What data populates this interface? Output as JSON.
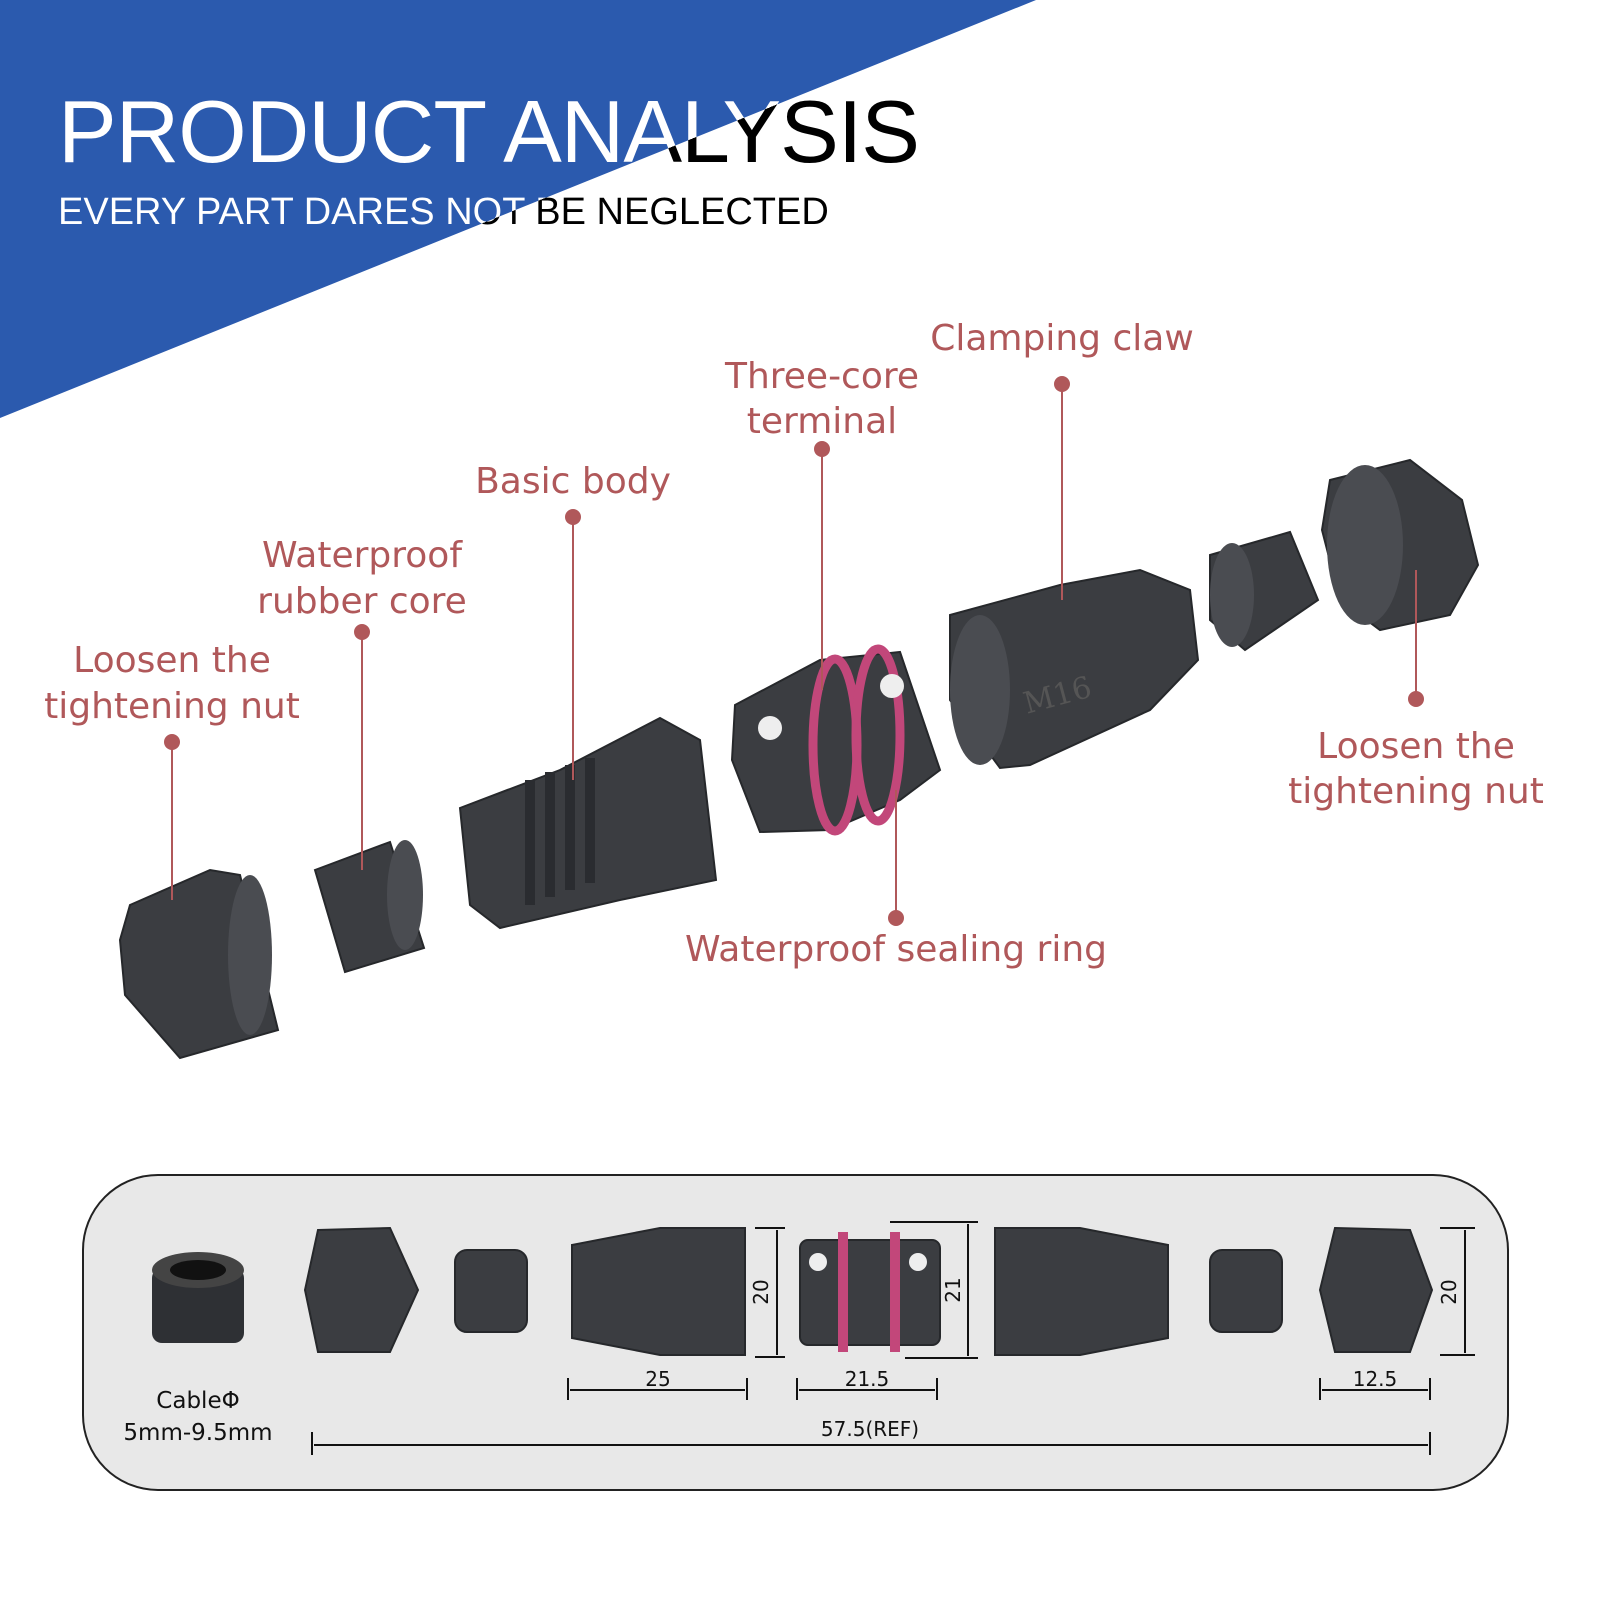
{
  "header": {
    "title": "PRODUCT ANALYSIS",
    "subtitle": "EVERY PART DARES NOT BE NEGLECTED",
    "accent_color": "#2b5aae"
  },
  "labels": {
    "color": "#b0585a",
    "nut_left": [
      "Loosen the",
      "tightening nut"
    ],
    "rubber_core": [
      "Waterproof",
      "rubber core"
    ],
    "basic_body": "Basic body",
    "terminal": [
      "Three-core",
      "terminal"
    ],
    "clamping_claw": "Clamping claw",
    "nut_right": [
      "Loosen the",
      "tightening nut"
    ],
    "sealing_ring": "Waterproof sealing ring"
  },
  "dimensions": {
    "cable_label": "CableΦ",
    "cable_range": "5mm-9.5mm",
    "body_length": "25",
    "terminal_length": "21.5",
    "nut_length": "12.5",
    "total_length": "57.5(REF)",
    "body_height": "20",
    "terminal_height": "21",
    "nut_height": "20"
  },
  "markings": {
    "thread": "M16"
  }
}
